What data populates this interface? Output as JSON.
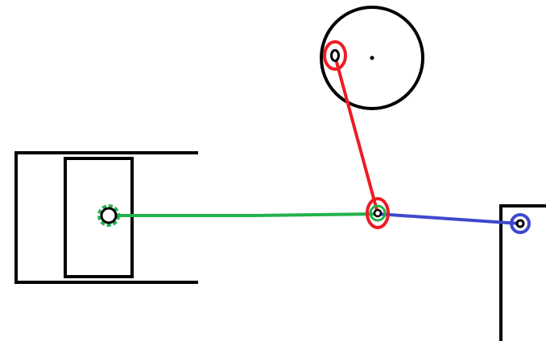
{
  "diagram": {
    "kind": "piston-crank-linkage",
    "components": [
      {
        "id": "cylinder",
        "label": ""
      },
      {
        "id": "piston",
        "label": ""
      },
      {
        "id": "crank-wheel",
        "label": ""
      },
      {
        "id": "fixed-support",
        "label": ""
      },
      {
        "id": "connecting-rod",
        "label": ""
      },
      {
        "id": "crank-link",
        "label": ""
      },
      {
        "id": "rocker-link",
        "label": ""
      }
    ]
  },
  "colors": {
    "background": "#ffffff",
    "outline": "#000000",
    "connecting_rod": "#22b14c",
    "crank_link": "#ed1c24",
    "rocker_link": "#3f48cc",
    "joint_fill": "#ffffff"
  }
}
